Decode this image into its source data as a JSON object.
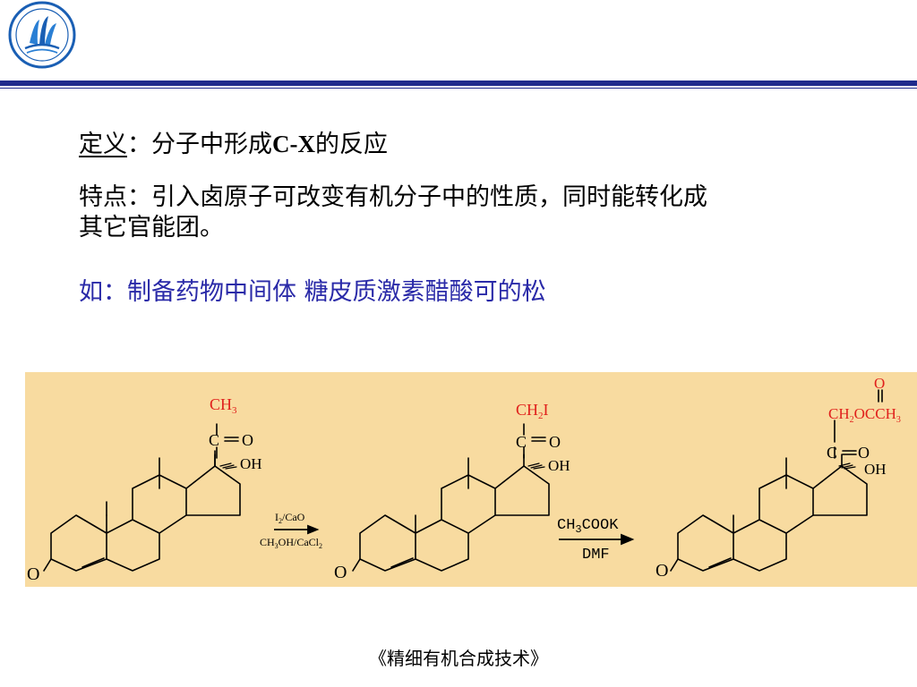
{
  "text": {
    "def_label": "定义",
    "def_colon": "：",
    "def_pre": "分子中形成",
    "def_cx": "C-X",
    "def_post": "的反应",
    "feature_line1": "特点：引入卤原子可改变有机分子中的性质，同时能转化成",
    "feature_line2": "其它官能团。",
    "example": "如：制备药物中间体 糖皮质激素醋酸可的松"
  },
  "reaction": {
    "m1": {
      "top": "CH3",
      "co": "C=O",
      "oh": "OH",
      "o": "O"
    },
    "m2": {
      "top": "CH2I",
      "co": "C=O",
      "oh": "OH",
      "o": "O"
    },
    "m3": {
      "top_o": "O",
      "top": "CH2OCCH3",
      "co": "C=O",
      "oh": "OH",
      "o": "O"
    },
    "step1": {
      "above": "I2/CaO",
      "below": "CH3OH/CaCl2"
    },
    "step2": {
      "above": "CH3COOK",
      "below": "DMF"
    }
  },
  "footer": "《精细有机合成技术》",
  "colors": {
    "navy": "#1f2b8c",
    "red": "#e0201c",
    "blue_text": "#2a2aa8",
    "panel": "#f8dba0"
  }
}
